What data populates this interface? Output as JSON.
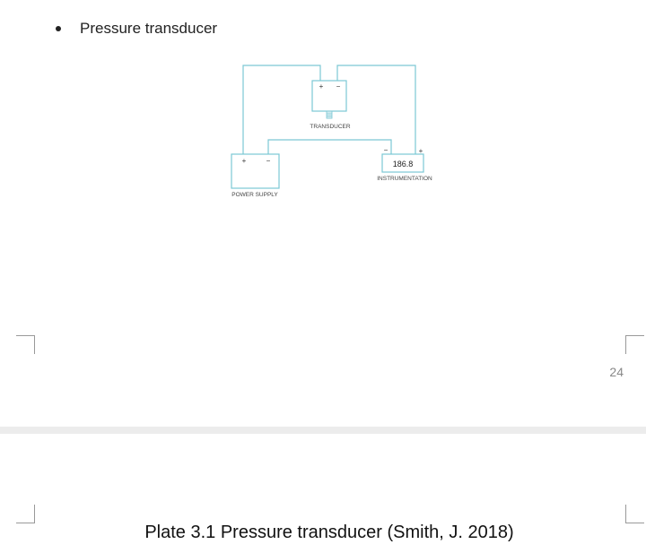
{
  "document": {
    "bullet_text": "Pressure transducer",
    "page_number": "24",
    "caption": "Plate 3.1 Pressure transducer (Smith, J. 2018)"
  },
  "diagram": {
    "wire_color": "#7cc8d4",
    "transducer": {
      "label": "TRANSDUCER",
      "plus": "+",
      "minus": "−"
    },
    "power_supply": {
      "label": "POWER SUPPLY",
      "plus": "+",
      "minus": "−"
    },
    "instrumentation": {
      "label": "INSTRUMENTATION",
      "reading": "186.8",
      "plus": "+",
      "minus": "−"
    }
  }
}
